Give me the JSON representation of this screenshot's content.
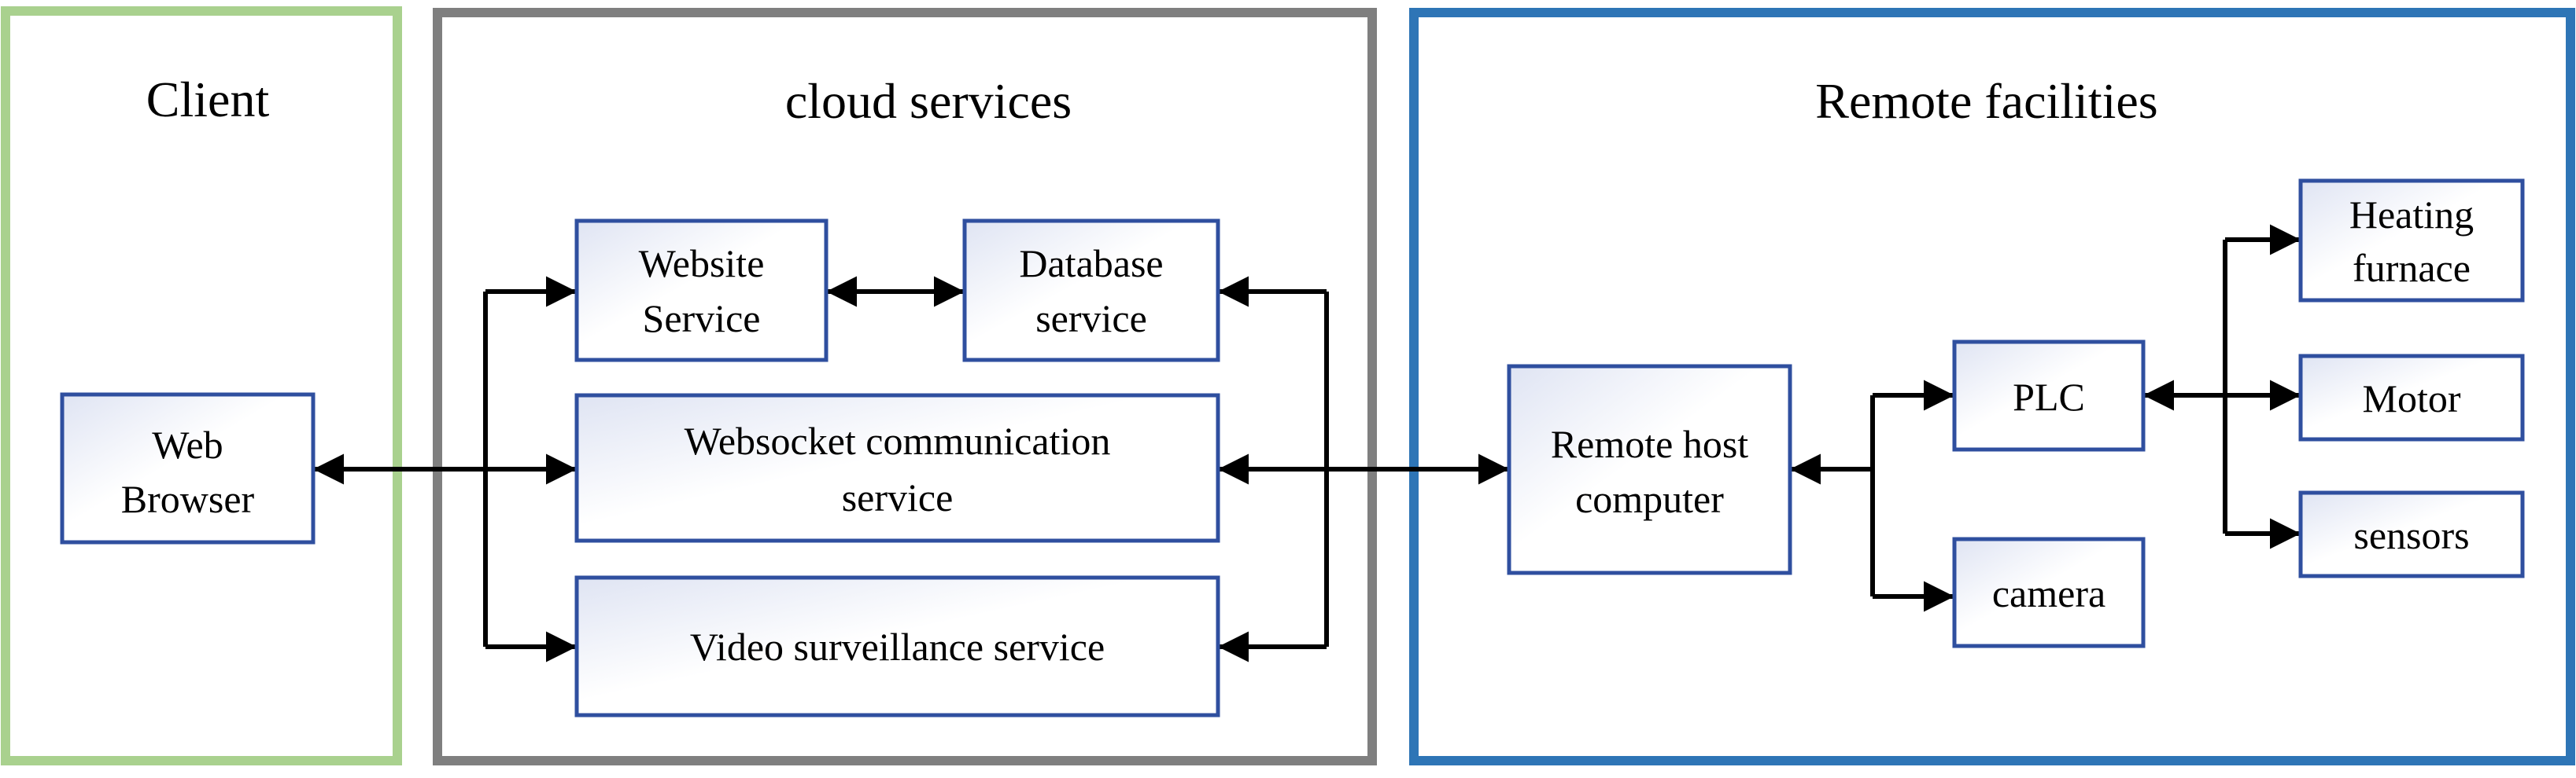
{
  "panels": {
    "client": {
      "title": "Client",
      "color": "#a9d18e"
    },
    "cloud": {
      "title": "cloud services",
      "color": "#7f7f7f"
    },
    "remote": {
      "title": "Remote facilities",
      "color": "#2e75b6"
    }
  },
  "nodes": {
    "web_browser": [
      "Web",
      "Browser"
    ],
    "website_service": [
      "Website",
      "Service"
    ],
    "database_service": [
      "Database",
      "service"
    ],
    "websocket_service": [
      "Websocket communication",
      "service"
    ],
    "video_service": [
      "Video surveillance service"
    ],
    "remote_host": [
      "Remote host",
      "computer"
    ],
    "plc": [
      "PLC"
    ],
    "camera": [
      "camera"
    ],
    "heating_furnace": [
      "Heating",
      "furnace"
    ],
    "motor": [
      "Motor"
    ],
    "sensors": [
      "sensors"
    ]
  },
  "colors": {
    "node_border": "#2f4f9f",
    "node_fill_light": "#ffffff",
    "node_fill_dark": "#dfe4f3",
    "arrow": "#000000"
  }
}
